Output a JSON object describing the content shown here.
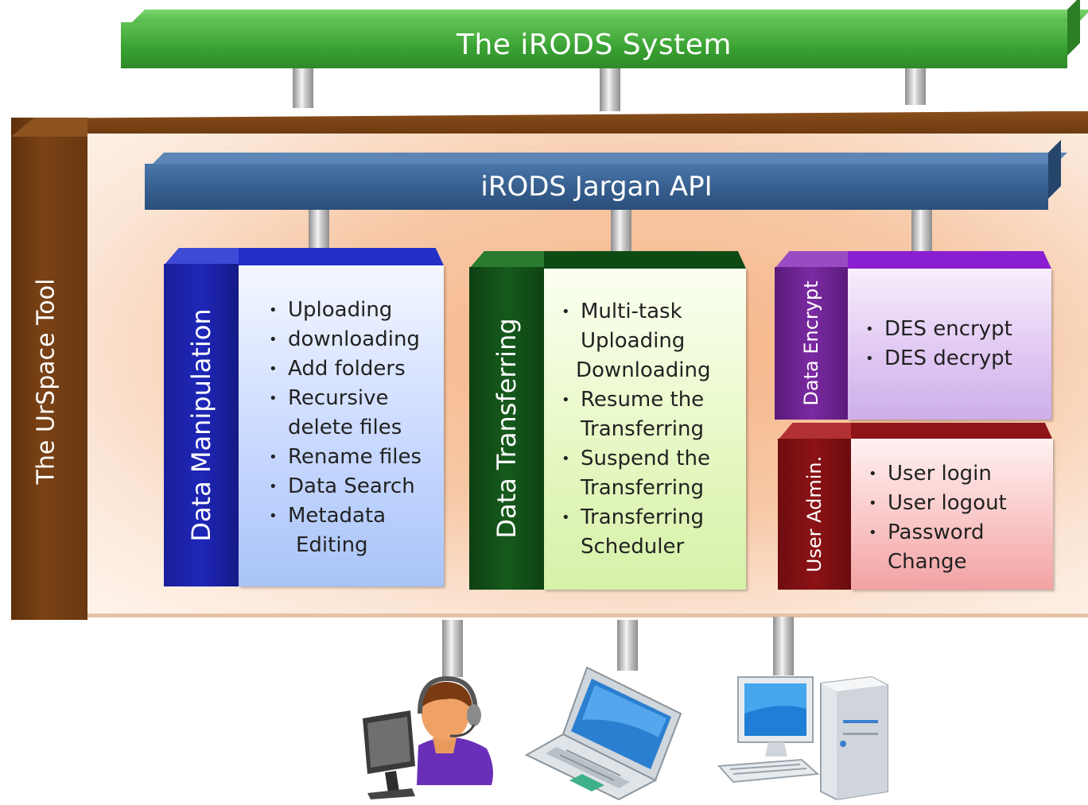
{
  "system": {
    "title": "The iRODS System"
  },
  "tool": {
    "title": "The UrSpace Tool"
  },
  "api": {
    "title": "iRODS Jargan API"
  },
  "modules": [
    {
      "title": "Data Manipulation",
      "color": "#1e26b8",
      "items": [
        "Uploading",
        "downloading",
        "Add folders",
        "Recursive",
        "delete files",
        "Rename files",
        "Data Search",
        "Metadata",
        "Editing"
      ]
    },
    {
      "title": "Data Transferring",
      "color": "#165a1c",
      "items": [
        "Multi-task",
        "Uploading",
        "Downloading",
        "Resume the",
        "Transferring",
        "Suspend the",
        "Transferring",
        "Transferring",
        "Scheduler"
      ]
    },
    {
      "title": "Data Encrypt",
      "color": "#7b2aa2",
      "items": [
        "DES encrypt",
        "DES decrypt"
      ]
    },
    {
      "title": "User Admin.",
      "color": "#8c1216",
      "items": [
        "User login",
        "User logout",
        "Password",
        "Change"
      ]
    }
  ],
  "devices": [
    {
      "icon": "operator-headset-icon"
    },
    {
      "icon": "laptop-icon"
    },
    {
      "icon": "desktop-computer-icon"
    }
  ],
  "colors": {
    "system_bar": "#3aa233",
    "api_bar": "#345c8c",
    "tool_frame": "#6d3a0f",
    "tool_panel": "#f7c8a6"
  }
}
